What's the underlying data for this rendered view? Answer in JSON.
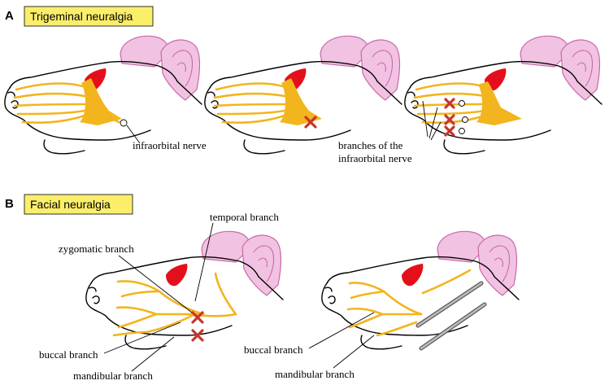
{
  "panel_a": {
    "letter": "A",
    "title": "Trigeminal neuralgia",
    "labels": {
      "infraorbital": "infraorbital nerve",
      "branches_line1": "branches of the",
      "branches_line2": "infraorbital nerve"
    }
  },
  "panel_b": {
    "letter": "B",
    "title": "Facial neuralgia",
    "labels": {
      "temporal": "temporal branch",
      "zygomatic": "zygomatic branch",
      "buccal_left": "buccal branch",
      "mandibular_left": "mandibular branch",
      "buccal_right": "buccal branch",
      "mandibular_right": "mandibular branch"
    }
  },
  "colors": {
    "title_box_fill": "#fbee6b",
    "nerve": "#f2b51d",
    "eye": "#e3101b",
    "ear": "#f2c2e2",
    "lesion_mark": "#c8352b"
  }
}
